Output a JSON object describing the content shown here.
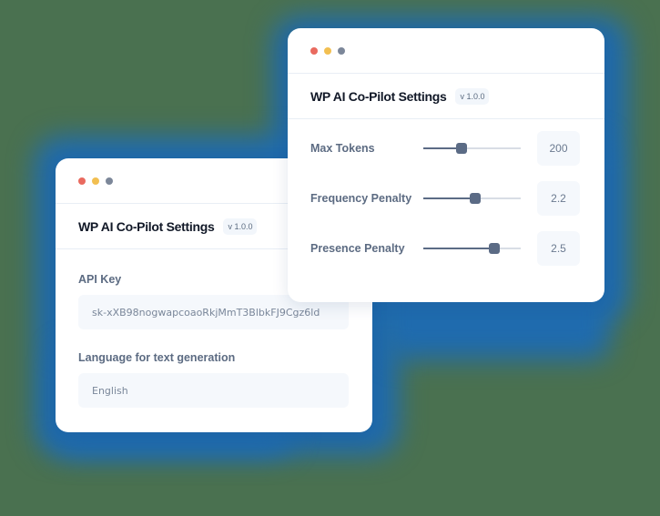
{
  "colors": {
    "background": "#4a7150",
    "glow": "#1f6bae",
    "dot_red": "#e96a5f",
    "dot_yellow": "#f2bf51",
    "dot_gray": "#7c8799",
    "slider_accent": "#5b6b85"
  },
  "windows": {
    "front": {
      "title": "WP AI Co-Pilot Settings",
      "version": "v 1.0.0",
      "sliders": [
        {
          "label": "Max Tokens",
          "value": "200",
          "position_pct": 39
        },
        {
          "label": "Frequency Penalty",
          "value": "2.2",
          "position_pct": 53
        },
        {
          "label": "Presence Penalty",
          "value": "2.5",
          "position_pct": 73
        }
      ]
    },
    "back": {
      "title": "WP AI Co-Pilot Settings",
      "version": "v 1.0.0",
      "fields": [
        {
          "label": "API Key",
          "value": "sk-xXB98nogwapcoaoRkjMmT3BlbkFJ9Cgz6ld"
        },
        {
          "label": "Language for text generation",
          "value": "English"
        }
      ]
    }
  }
}
